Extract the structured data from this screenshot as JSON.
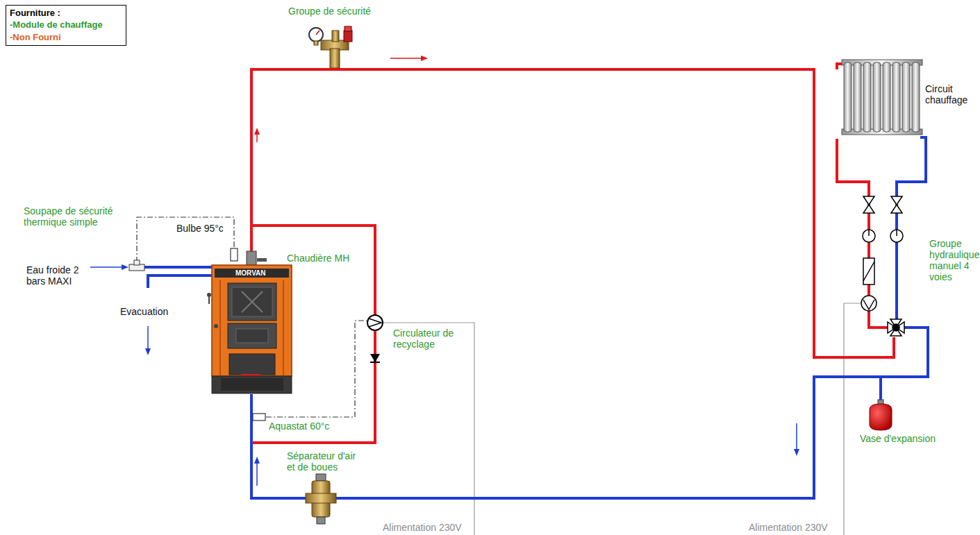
{
  "diagram": {
    "nodes": [
      {
        "text": [
          "Fourniture :"
        ]
      }
    ],
    "labels": [
      "Groupe de sécurité",
      "Circuit chauffage",
      "Soupape de sécurité thermique simple",
      "Bulbe 95°c",
      "Chaudière MH",
      "Eau froide 2 bars MAXI",
      "MORVAN",
      "Groupe hydraulique manuel 4 voies",
      "Evacuation",
      "Circulateur de recyclage",
      "Aquastat 60°c",
      "Vase d'expansion",
      "Séparateur d'air et de boues",
      "Alimentation 230V",
      "Alimentation 230V"
    ],
    "legend": [
      {
        "text": "-Module de chauffage",
        "color": "#2f9a2f"
      },
      {
        "text": "-Non Fourni",
        "color": "#e0601c"
      }
    ]
  }
}
